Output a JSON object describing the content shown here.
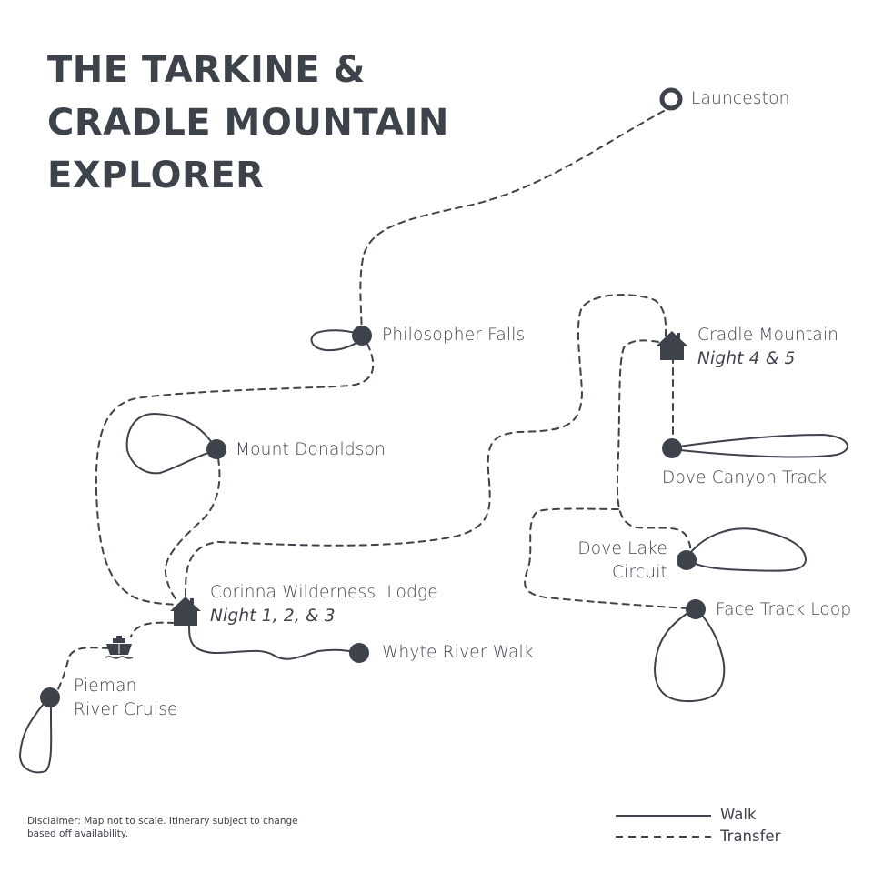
{
  "title": {
    "lines": [
      "THE TARKINE &",
      "CRADLE MOUNTAIN",
      "EXPLORER"
    ]
  },
  "colors": {
    "ink": "#3d424b",
    "background": "#ffffff"
  },
  "places": {
    "launceston": {
      "name": "Launceston",
      "marker": "ring-icon"
    },
    "philosopher_falls": {
      "name": "Philosopher Falls",
      "marker": "dot-icon"
    },
    "mount_donaldson": {
      "name": "Mount Donaldson",
      "marker": "dot-icon"
    },
    "corinna": {
      "name": "Corinna Wilderness  Lodge",
      "note": "Night 1, 2, & 3",
      "marker": "house-icon"
    },
    "whyte_river": {
      "name": "Whyte River Walk",
      "marker": "dot-icon"
    },
    "pieman": {
      "name_lines": [
        "Pieman",
        "River Cruise"
      ],
      "marker": "dot-icon",
      "transport": "boat-icon"
    },
    "cradle_mountain": {
      "name": "Cradle Mountain",
      "note": "Night 4 & 5",
      "marker": "house-icon"
    },
    "dove_canyon": {
      "name": "Dove Canyon Track",
      "marker": "dot-icon"
    },
    "dove_lake": {
      "name_lines": [
        "Dove Lake",
        "Circuit"
      ],
      "marker": "dot-icon"
    },
    "face_track": {
      "name": "Face Track Loop",
      "marker": "dot-icon"
    }
  },
  "legend": {
    "walk": "Walk",
    "transfer": "Transfer"
  },
  "disclaimer": "Disclaimer: Map not to scale. Itinerary subject to change based off availability."
}
